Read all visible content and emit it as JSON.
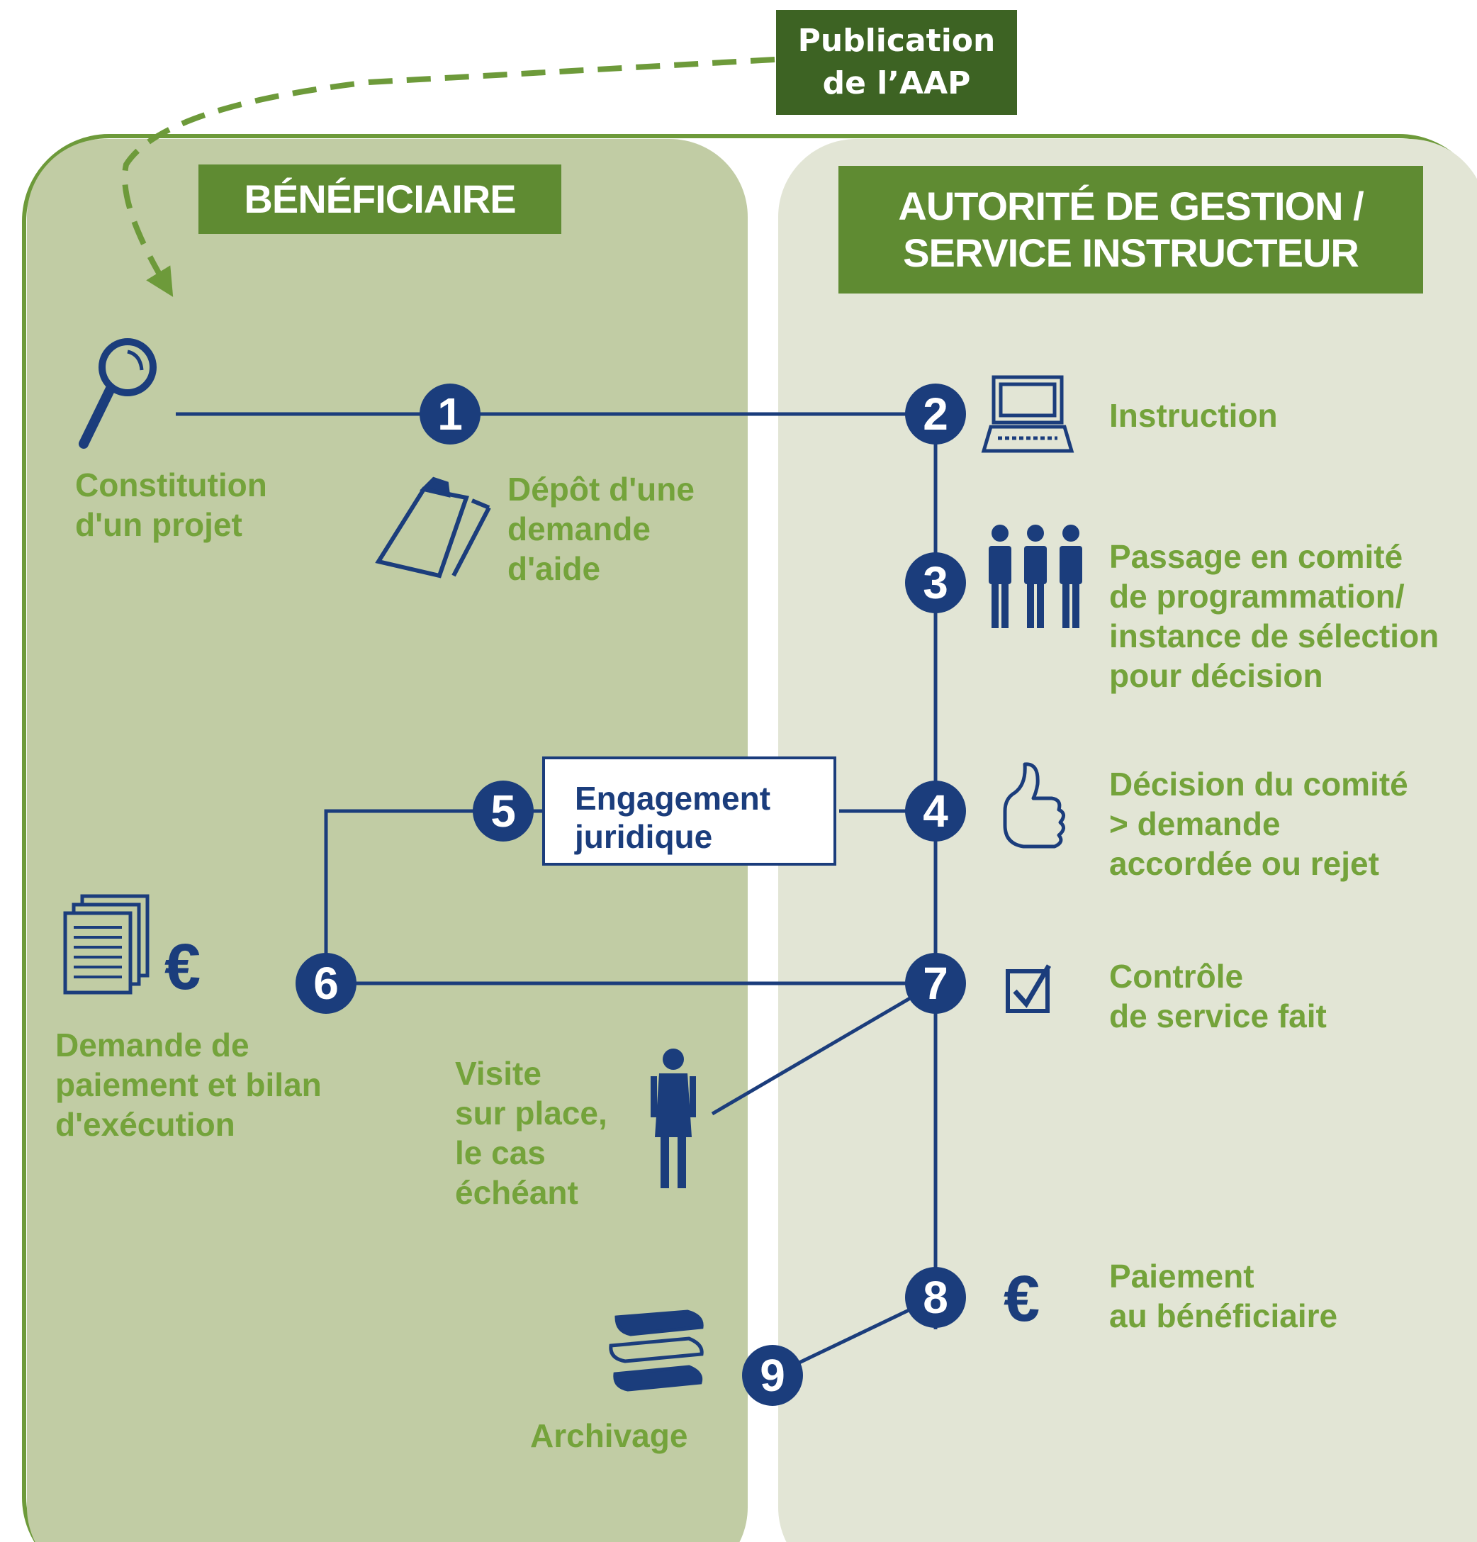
{
  "publication": {
    "line1": "Publication",
    "line2": "de l’AAP"
  },
  "columns": {
    "left_header": "BÉNÉFICIAIRE",
    "right_header_line1": "AUTORITÉ DE GESTION /",
    "right_header_line2": "SERVICE INSTRUCTEUR"
  },
  "steps": [
    "1",
    "2",
    "3",
    "4",
    "5",
    "6",
    "7",
    "8",
    "9"
  ],
  "labels": {
    "constitution": [
      "Constitution",
      "d'un projet"
    ],
    "depot": [
      "Dépôt d'une",
      "demande",
      "d'aide"
    ],
    "instruction": [
      "Instruction"
    ],
    "passage": [
      "Passage en comité",
      "de programmation/",
      "instance de sélection",
      "pour décision"
    ],
    "decision": [
      "Décision du comité",
      "> demande",
      "accordée ou rejet"
    ],
    "engagement": [
      "Engagement",
      "juridique"
    ],
    "demande_paiement": [
      "Demande de",
      "paiement et bilan",
      "d'exécution"
    ],
    "controle": [
      "Contrôle",
      "de service fait"
    ],
    "visite": [
      "Visite",
      "sur place,",
      "le cas",
      "échéant"
    ],
    "paiement": [
      "Paiement",
      "au bénéficiaire"
    ],
    "archivage": [
      "Archivage"
    ]
  },
  "icons": {
    "magnifier": "magnifier-icon",
    "clipboard": "clipboard-icon",
    "laptop": "laptop-icon",
    "people": "people-icon",
    "thumbs_up": "thumbs-up-icon",
    "documents": "documents-icon",
    "euro": "€",
    "checkbox": "checkbox-icon",
    "person": "person-icon",
    "books": "books-icon"
  },
  "colors": {
    "dark_green": "#3d6323",
    "header_green": "#5f8b32",
    "frame_green": "#6d9a3a",
    "left_panel": "#c1cca4",
    "right_panel": "#e2e5d5",
    "label_green": "#74a33b",
    "navy": "#1b3d7c"
  }
}
